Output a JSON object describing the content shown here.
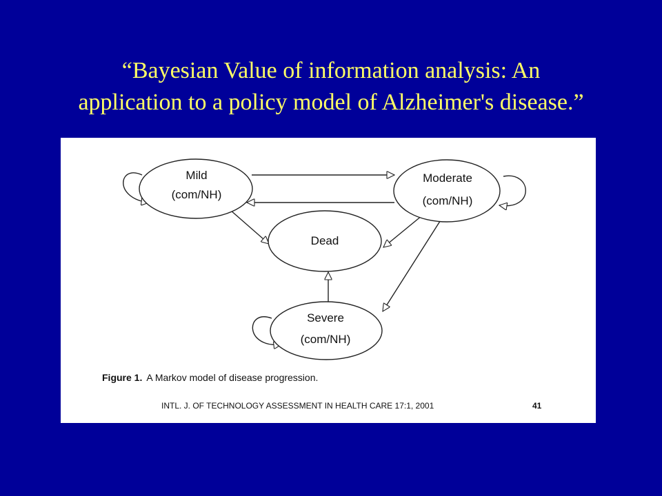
{
  "slide": {
    "title_line1": "“Bayesian Value of information analysis:  An",
    "title_line2": "application to a policy model of Alzheimer's disease.”",
    "background_color": "#000099",
    "title_color": "#ffff66"
  },
  "figure": {
    "nodes": {
      "mild": {
        "name": "Mild",
        "sub": "(com/NH)"
      },
      "moderate": {
        "name": "Moderate",
        "sub": "(com/NH)"
      },
      "dead": {
        "name": "Dead"
      },
      "severe": {
        "name": "Severe",
        "sub": "(com/NH)"
      }
    },
    "caption_label": "Figure 1.",
    "caption_text": "A Markov model of disease progression.",
    "journal": "INTL. J. OF TECHNOLOGY ASSESSMENT IN HEALTH CARE 17:1, 2001",
    "page_number": "41"
  }
}
